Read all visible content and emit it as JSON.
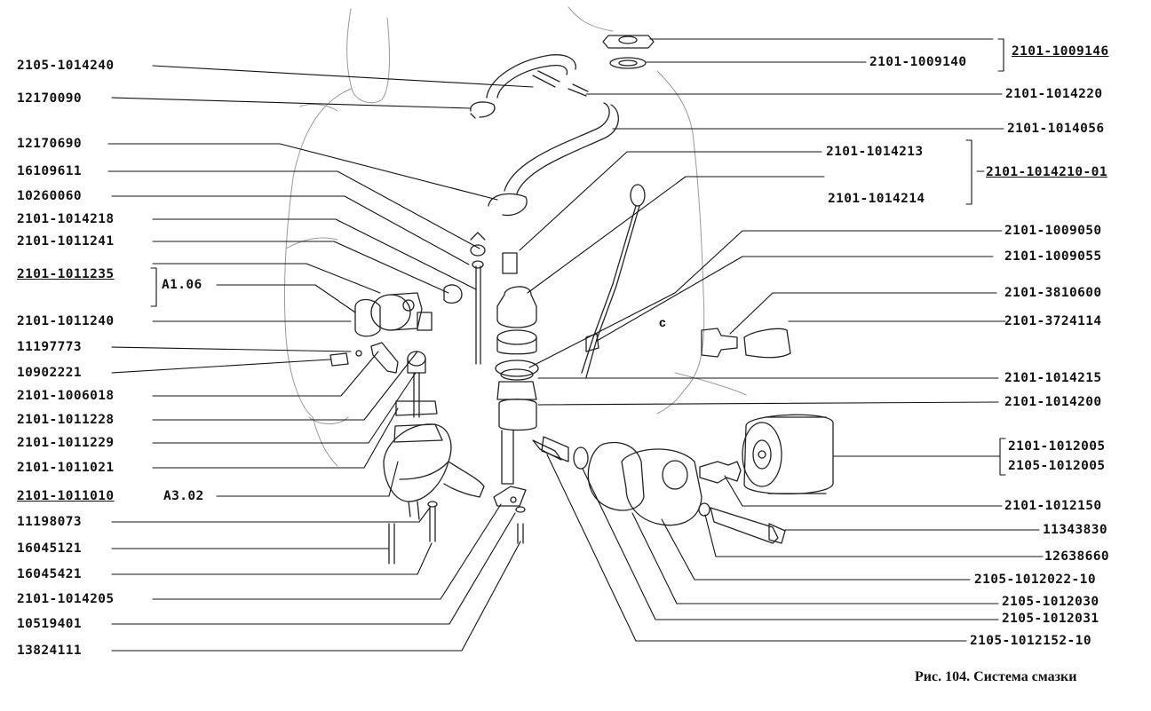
{
  "caption": "Рис. 104. Система смазки",
  "labels_left": [
    {
      "id": "l01",
      "text": "2105-1014240"
    },
    {
      "id": "l02",
      "text": "12170090"
    },
    {
      "id": "l03",
      "text": "12170690"
    },
    {
      "id": "l04",
      "text": "16109611"
    },
    {
      "id": "l05",
      "text": "10260060"
    },
    {
      "id": "l06",
      "text": "2101-1014218"
    },
    {
      "id": "l07",
      "text": "2101-1011241"
    },
    {
      "id": "l08",
      "text": "2101-1011235",
      "underline": true
    },
    {
      "id": "l09",
      "text": "A1.06"
    },
    {
      "id": "l10",
      "text": "2101-1011240"
    },
    {
      "id": "l11",
      "text": "11197773"
    },
    {
      "id": "l12",
      "text": "10902221"
    },
    {
      "id": "l13",
      "text": "2101-1006018"
    },
    {
      "id": "l14",
      "text": "2101-1011228"
    },
    {
      "id": "l15",
      "text": "2101-1011229"
    },
    {
      "id": "l16",
      "text": "2101-1011021"
    },
    {
      "id": "l17",
      "text": "2101-1011010",
      "underline": true
    },
    {
      "id": "l18",
      "text": "A3.02"
    },
    {
      "id": "l19",
      "text": "11198073"
    },
    {
      "id": "l20",
      "text": "16045121"
    },
    {
      "id": "l21",
      "text": "16045421"
    },
    {
      "id": "l22",
      "text": "2101-1014205"
    },
    {
      "id": "l23",
      "text": "10519401"
    },
    {
      "id": "l24",
      "text": "13824111"
    }
  ],
  "labels_right": [
    {
      "id": "r01",
      "text": "2101-1009146",
      "underline": true
    },
    {
      "id": "r02",
      "text": "2101-1009140"
    },
    {
      "id": "r03",
      "text": "2101-1014220"
    },
    {
      "id": "r04",
      "text": "2101-1014056"
    },
    {
      "id": "r05",
      "text": "2101-1014213"
    },
    {
      "id": "r06",
      "text": "2101-1014210-01",
      "underline": true
    },
    {
      "id": "r07",
      "text": "2101-1014214"
    },
    {
      "id": "r08",
      "text": "2101-1009050"
    },
    {
      "id": "r09",
      "text": "2101-1009055"
    },
    {
      "id": "r10",
      "text": "2101-3810600"
    },
    {
      "id": "r11",
      "text": "2101-3724114"
    },
    {
      "id": "r12",
      "text": "2101-1014215"
    },
    {
      "id": "r13",
      "text": "2101-1014200"
    },
    {
      "id": "r14",
      "text": "2101-1012005"
    },
    {
      "id": "r15",
      "text": "2105-1012005"
    },
    {
      "id": "r16",
      "text": "2101-1012150"
    },
    {
      "id": "r17",
      "text": "11343830"
    },
    {
      "id": "r18",
      "text": "12638660"
    },
    {
      "id": "r19",
      "text": "2105-1012022-10"
    },
    {
      "id": "r20",
      "text": "2105-1012030"
    },
    {
      "id": "r21",
      "text": "2105-1012031"
    },
    {
      "id": "r22",
      "text": "2105-1012152-10"
    }
  ],
  "diagram_marks": {
    "engine_mark": "c"
  }
}
